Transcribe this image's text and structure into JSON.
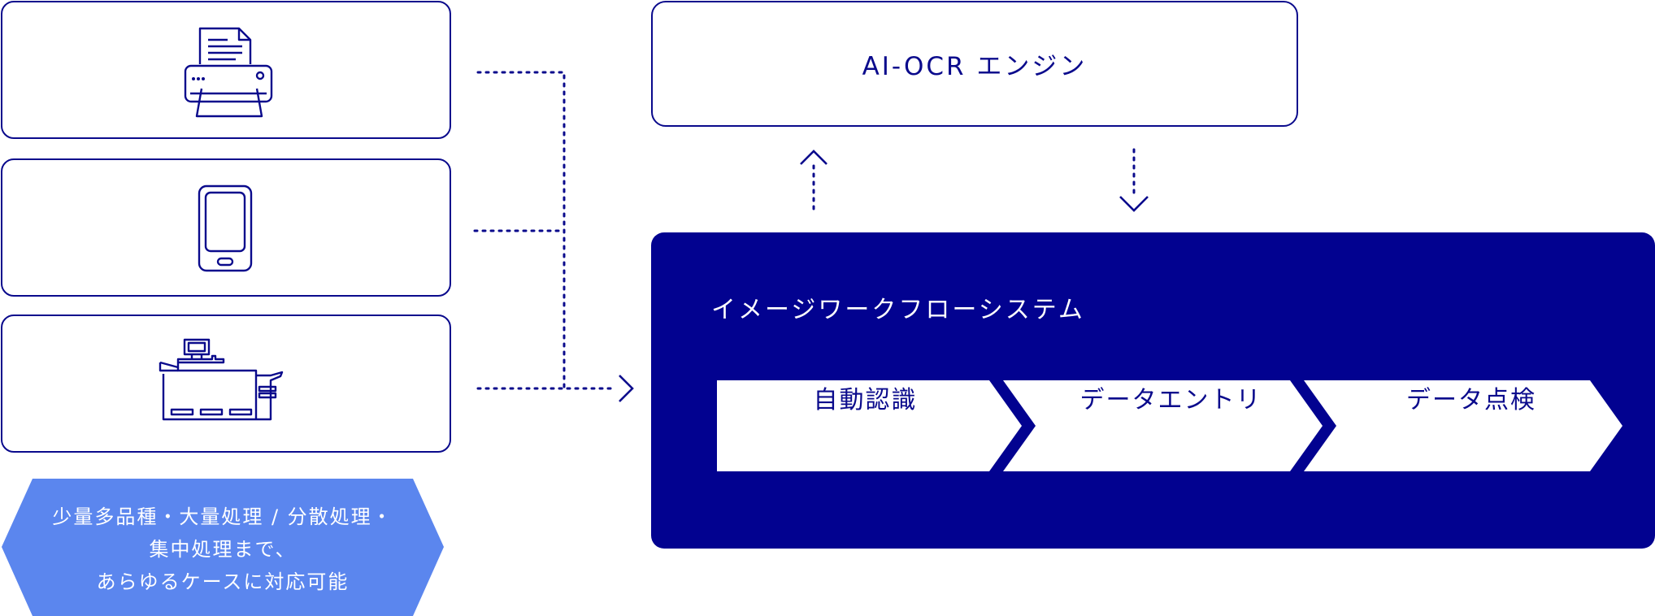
{
  "engine": {
    "label": "AI-OCR エンジン"
  },
  "system": {
    "title": "イメージワークフローシステム",
    "steps": [
      "自動認識",
      "データエントリ",
      "データ点検"
    ]
  },
  "note": {
    "lines": [
      "少量多品種・大量処理 / 分散処理・",
      "集中処理まで、",
      "あらゆるケースに対応可能"
    ]
  },
  "inputs": [
    {
      "icon": "printer-icon"
    },
    {
      "icon": "smartphone-icon"
    },
    {
      "icon": "multifunction-copier-icon"
    }
  ],
  "colors": {
    "navy": "#020290",
    "line": "#0a0a8c",
    "note_fill": "#5b86ee"
  }
}
